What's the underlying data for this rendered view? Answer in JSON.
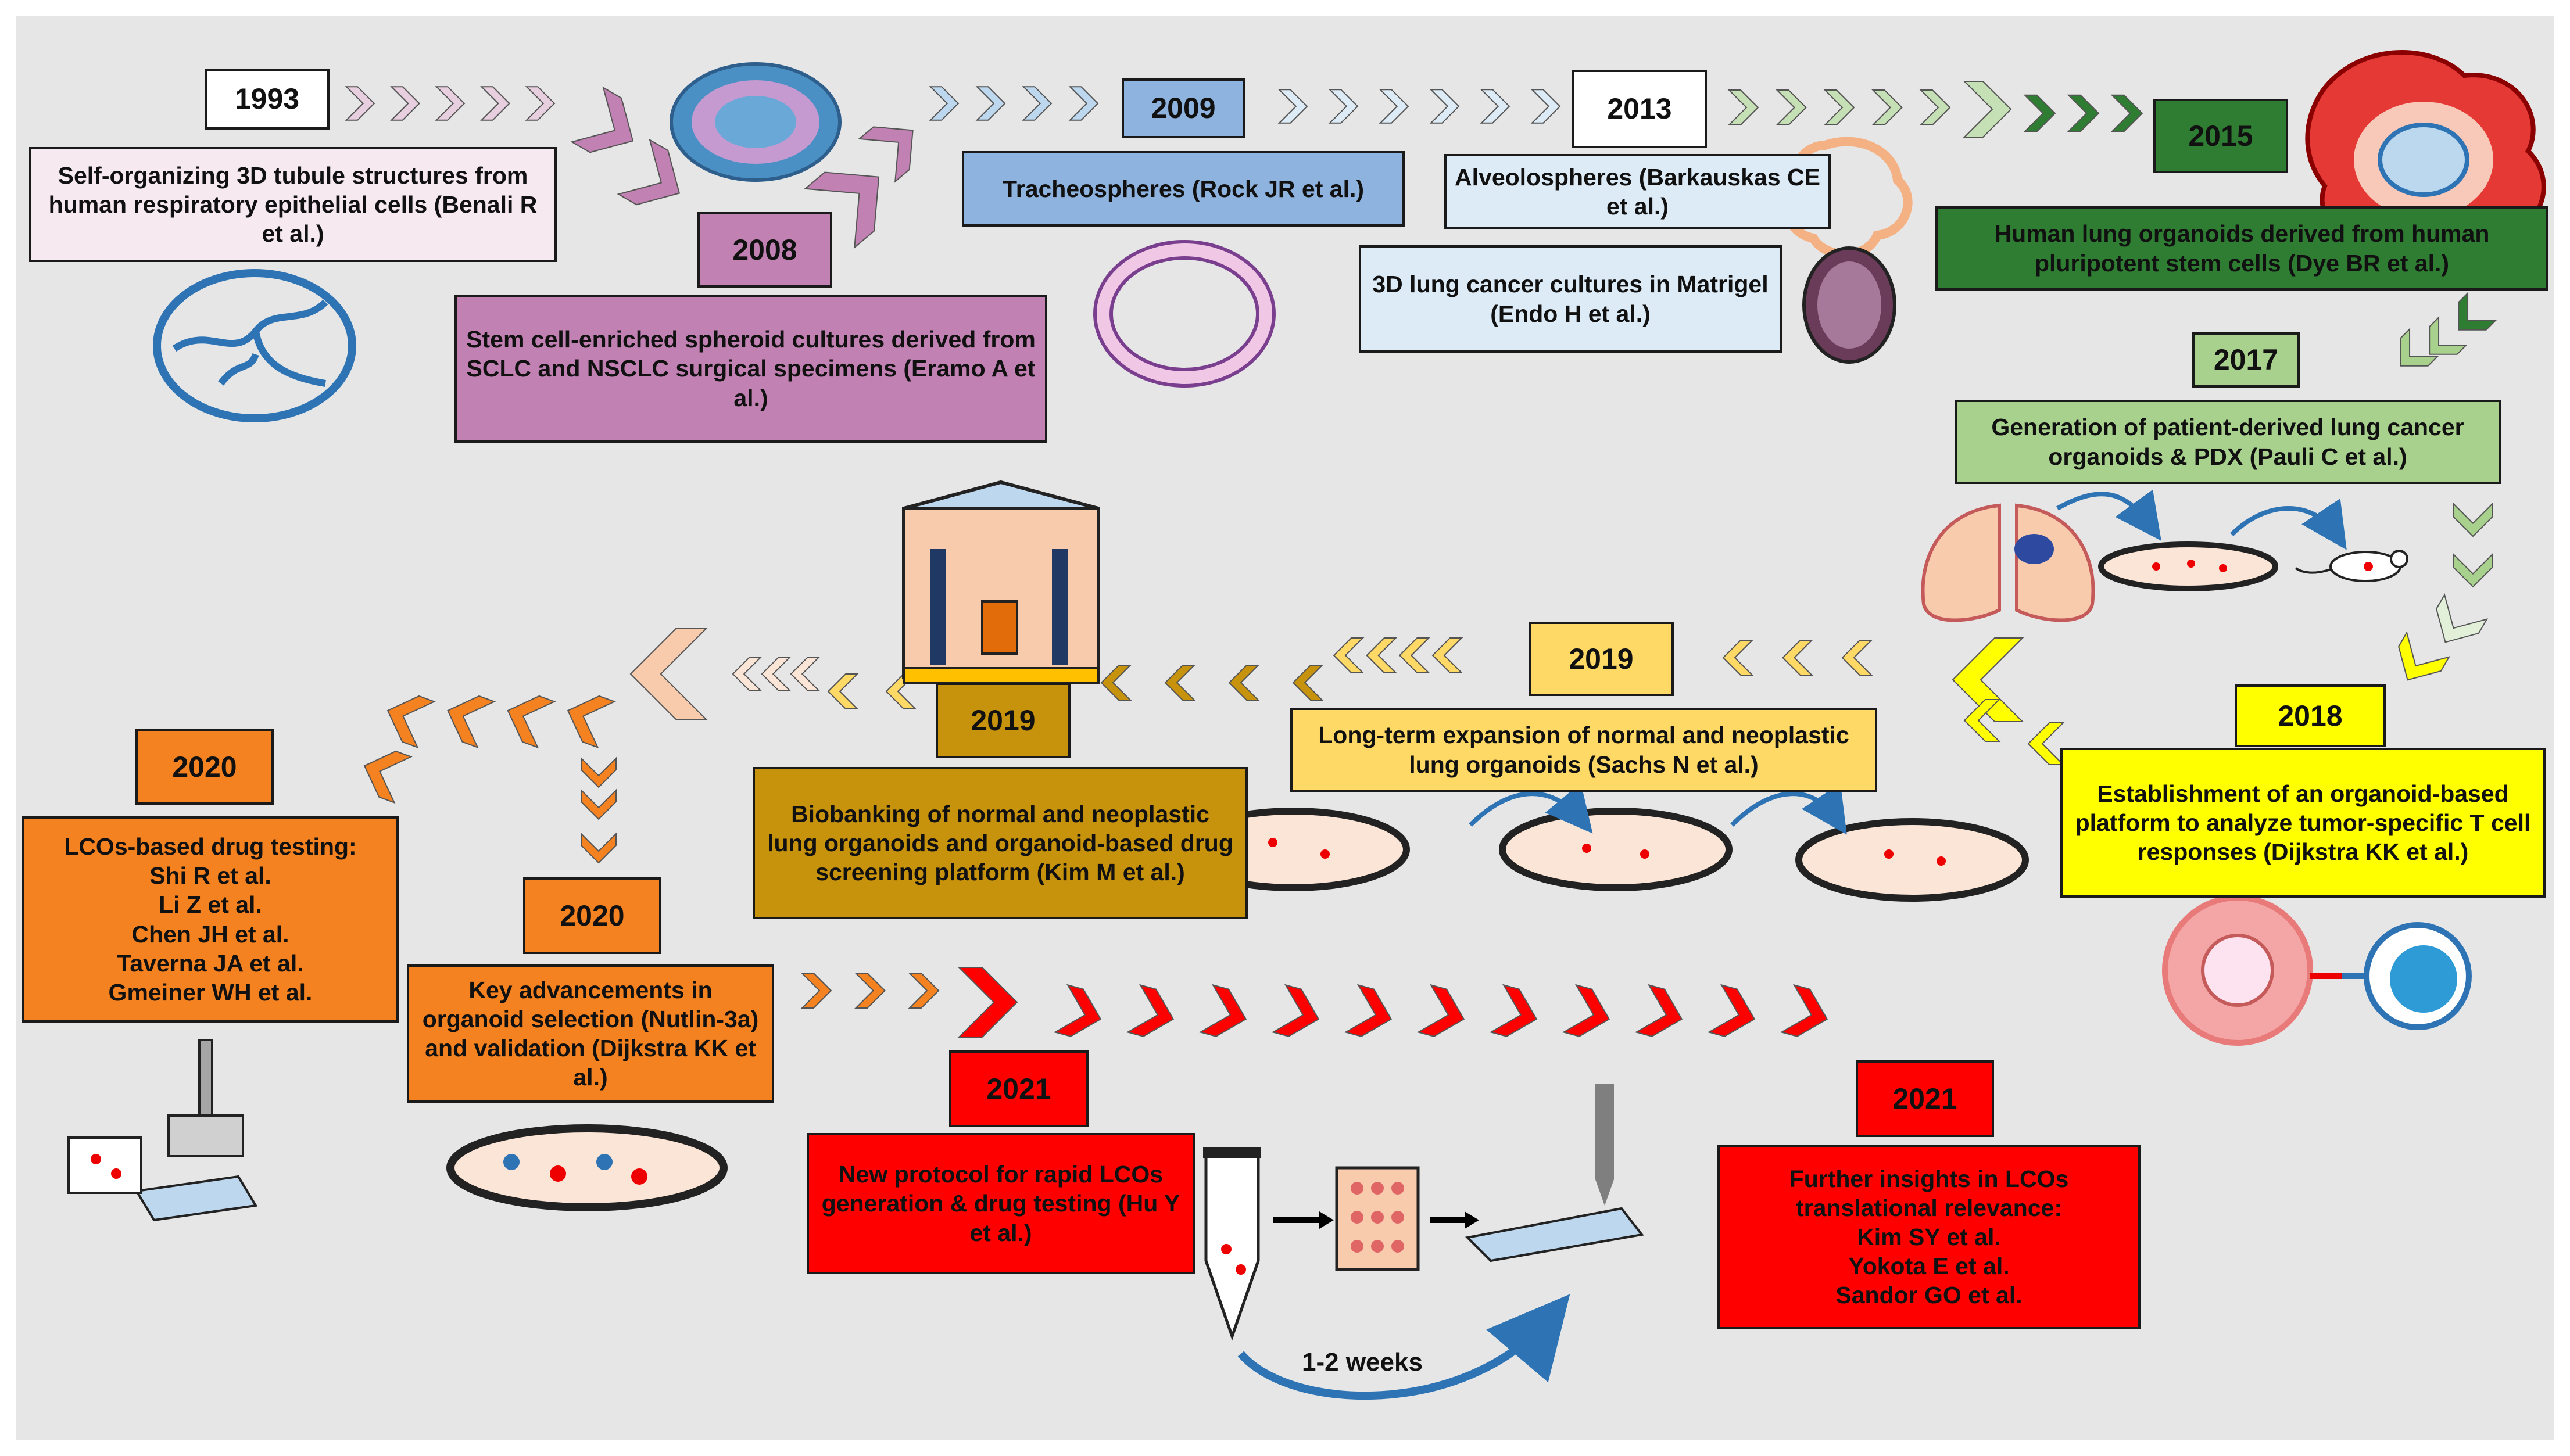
{
  "milestones": [
    {
      "year": "1993",
      "text": "Self-organizing 3D tubule structures from human respiratory epithelial cells (Benali R et al.)"
    },
    {
      "year": "2008",
      "text": "Stem cell-enriched spheroid cultures derived from SCLC and NSCLC surgical specimens (Eramo A et al.)"
    },
    {
      "year": "2009",
      "text": "Tracheospheres (Rock JR et al.)"
    },
    {
      "year": "2013",
      "text": "Alveolospheres (Barkauskas CE et al.)",
      "text2": "3D lung cancer cultures in Matrigel (Endo H et al.)"
    },
    {
      "year": "2015",
      "text": "Human lung organoids derived from human pluripotent stem cells (Dye BR et al.)"
    },
    {
      "year": "2017",
      "text": "Generation of patient-derived lung cancer organoids & PDX (Pauli C et al.)"
    },
    {
      "year": "2018",
      "text": "Establishment of an organoid-based platform to analyze tumor-specific T cell responses (Dijkstra KK et al.)"
    },
    {
      "year": "2019",
      "text": "Long-term expansion of normal and neoplastic lung organoids (Sachs N et al.)"
    },
    {
      "year": "2019",
      "text": "Biobanking of normal and neoplastic lung organoids and organoid-based drug screening platform (Kim M et al.)"
    },
    {
      "year": "2020",
      "text": "LCOs-based drug testing:\nShi R et al.\nLi Z et al.\nChen JH et al.\nTaverna JA et al.\nGmeiner WH et al."
    },
    {
      "year": "2020",
      "text": "Key advancements in organoid selection (Nutlin-3a) and validation (Dijkstra KK et al.)"
    },
    {
      "year": "2021",
      "text": "New protocol for rapid LCOs generation & drug testing (Hu Y et al.)"
    },
    {
      "year": "2021",
      "text": "Further insights in LCOs translational relevance:\nKim SY et al.\nYokota E et al.\nSandor GO et al."
    }
  ],
  "annotations": {
    "weeks": "1-2 weeks"
  },
  "colors": {
    "background": "#e6e6e6",
    "c1993": "#f6e9f0",
    "c2008": "#c281b3",
    "c2009": "#8eb3df",
    "c2013": "#ddebf7",
    "c2015": "#2e7d32",
    "c2017": "#a9d18e",
    "c2018": "#ffff00",
    "c2019a": "#ffd966",
    "c2019b": "#c7920c",
    "c2020": "#f58220",
    "c2021": "#ff0000"
  }
}
